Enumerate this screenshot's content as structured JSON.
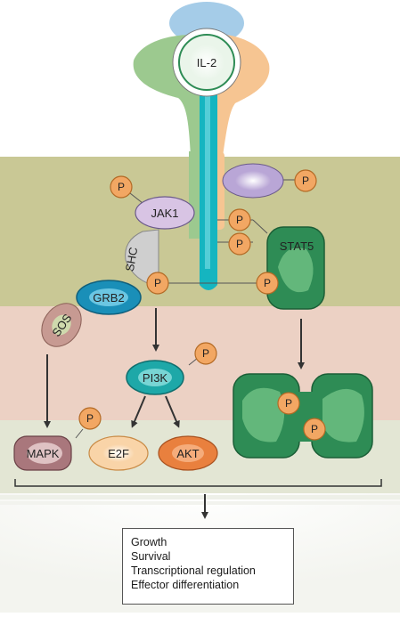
{
  "diagram": {
    "ligand": "IL-2",
    "proteins": {
      "jak1": "JAK1",
      "shc": "SHC",
      "grb2": "GRB2",
      "sos": "SOS",
      "stat5": "STAT5",
      "pi3k": "PI3K",
      "mapk": "MAPK",
      "e2f": "E2F",
      "akt": "AKT"
    },
    "phospho": "P",
    "outcomes": [
      "Growth",
      "Survival",
      "Transcriptional regulation",
      "Effector differentiation"
    ]
  },
  "colors": {
    "membrane": "#c9c895",
    "cytoplasm": "#ecd1c4",
    "nucleus": "#e3e6d4",
    "stat5": "#2e8c55",
    "phospho_fill": "#f2a763",
    "receptor_teal": "#15b5c0",
    "receptor_green": "#9cc98f",
    "receptor_orange": "#f6c592",
    "il2_cap": "#a5cce8"
  }
}
